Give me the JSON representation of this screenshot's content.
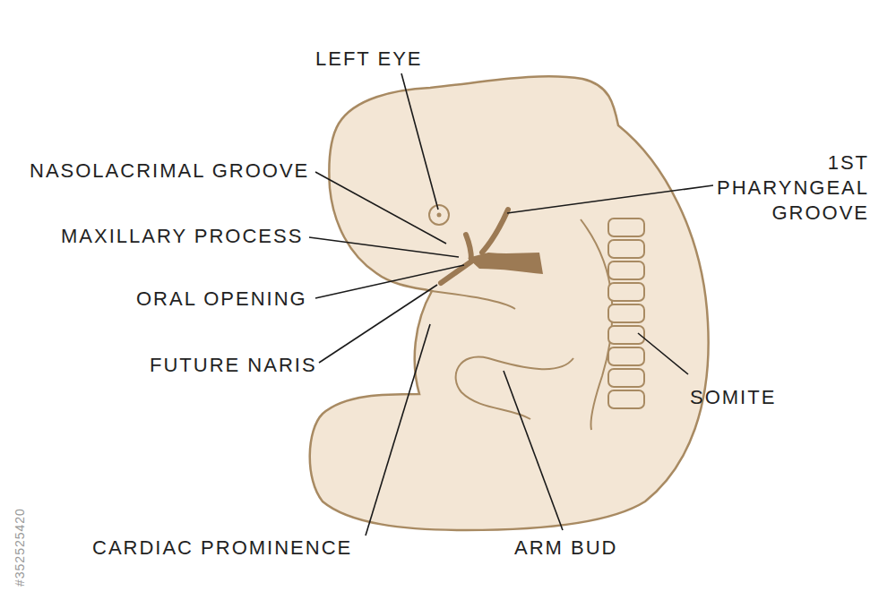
{
  "diagram": {
    "labels": [
      "LEFT EYE",
      "NASOLACRIMAL GROOVE",
      "MAXILLARY PROCESS",
      "ORAL OPENING",
      "FUTURE NARIS",
      "CARDIAC PROMINENCE",
      "ARM BUD",
      "SOMITE",
      "1ST PHARYNGEAL GROOVE",
      "#352525420"
    ]
  }
}
